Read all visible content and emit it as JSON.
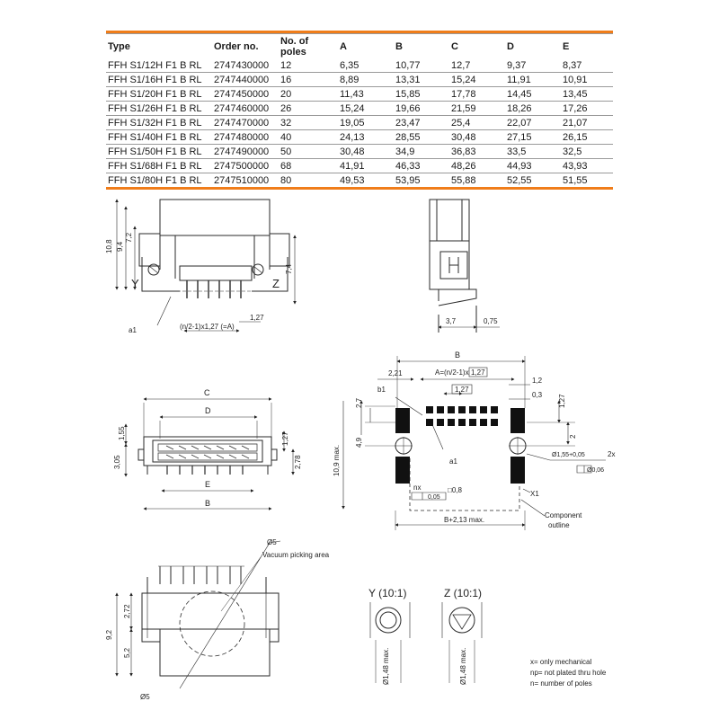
{
  "table": {
    "headers": [
      "Type",
      "Order no.",
      "No. of poles",
      "A",
      "B",
      "C",
      "D",
      "E"
    ],
    "rows": [
      [
        "FFH S1/12H F1 B RL",
        "2747430000",
        "12",
        "6,35",
        "10,77",
        "12,7",
        "9,37",
        "8,37"
      ],
      [
        "FFH S1/16H F1 B RL",
        "2747440000",
        "16",
        "8,89",
        "13,31",
        "15,24",
        "11,91",
        "10,91"
      ],
      [
        "FFH S1/20H F1 B RL",
        "2747450000",
        "20",
        "11,43",
        "15,85",
        "17,78",
        "14,45",
        "13,45"
      ],
      [
        "FFH S1/26H F1 B RL",
        "2747460000",
        "26",
        "15,24",
        "19,66",
        "21,59",
        "18,26",
        "17,26"
      ],
      [
        "FFH S1/32H F1 B RL",
        "2747470000",
        "32",
        "19,05",
        "23,47",
        "25,4",
        "22,07",
        "21,07"
      ],
      [
        "FFH S1/40H F1 B RL",
        "2747480000",
        "40",
        "24,13",
        "28,55",
        "30,48",
        "27,15",
        "26,15"
      ],
      [
        "FFH S1/50H F1 B RL",
        "2747490000",
        "50",
        "30,48",
        "34,9",
        "36,83",
        "33,5",
        "32,5"
      ],
      [
        "FFH S1/68H F1 B RL",
        "2747500000",
        "68",
        "41,91",
        "46,33",
        "48,26",
        "44,93",
        "43,93"
      ],
      [
        "FFH S1/80H F1 B RL",
        "2747510000",
        "80",
        "49,53",
        "53,95",
        "55,88",
        "52,55",
        "51,55"
      ]
    ]
  },
  "drawing": {
    "front": {
      "d_10_8": "10,8",
      "d_9_4": "9,4",
      "d_7_2": "7,2",
      "d_7_4": "7,4",
      "label_y": "Y",
      "label_z": "Z",
      "label_a1": "a1",
      "pitch": "(n/2-1)x1,27 (=A)",
      "d_1_27": "1,27"
    },
    "side": {
      "d_3_7": "3,7",
      "d_0_75": "0,75"
    },
    "top": {
      "label_c": "C",
      "label_d": "D",
      "label_e": "E",
      "label_b": "B",
      "d_1_55": "1,55",
      "d_3_05": "3,05",
      "d_1_27": "1,27",
      "d_2_78": "2,78"
    },
    "footprint": {
      "label_b": "B",
      "d_2_21": "2,21",
      "pitch": "A=(n/2-1)x",
      "pitch_val": "1,27",
      "d_1_27": "1,27",
      "d_1_2": "1,2",
      "d_0_3": "0,3",
      "d_2_7": "2,7",
      "d_1_27v": "1,27",
      "d_4_9": "4,9",
      "d_2": "2",
      "d_10_9": "10,9 max.",
      "label_b1": "b1",
      "label_a1": "a1",
      "hole": "Ø1,55+0,05",
      "count_2x": "2x",
      "tol_hole": "Ø0,06",
      "nx": "nx",
      "tol_np": "0,05",
      "sq": "□0,8",
      "label_x1": "X1",
      "width_max": "B+2,13 max.",
      "component": "Component",
      "outline": "outline"
    },
    "bottom": {
      "d_5": "Ø5",
      "vacuum": "Vacuum picking area",
      "d_2_72": "2,72",
      "d_9_2": "9,2",
      "d_5_2": "5,2",
      "d_5b": "Ø5"
    },
    "details": {
      "y_title": "Y  (10:1)",
      "z_title": "Z  (10:1)",
      "y_dim": "Ø1,48 max.",
      "z_dim": "Ø1,48 max."
    },
    "notes": [
      "x= only mechanical",
      "np= not plated thru hole",
      "n= number of poles"
    ]
  },
  "colors": {
    "accent": "#f07d1a",
    "line": "#2a2a2a",
    "pad": "#111111"
  }
}
